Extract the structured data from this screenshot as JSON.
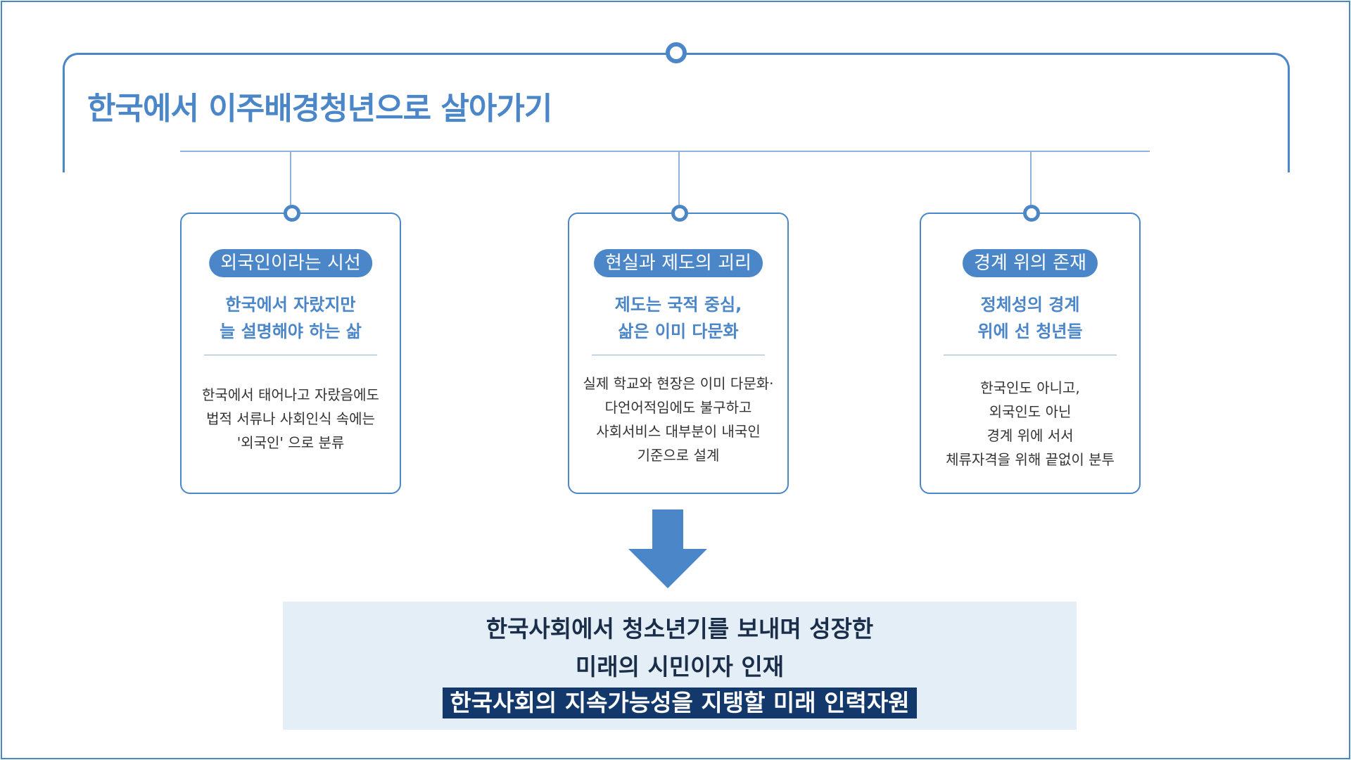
{
  "title": "한국에서 이주배경청년으로 살아가기",
  "cards": [
    {
      "tag": "외국인이라는 시선",
      "subtitle_lines": [
        "한국에서 자랐지만",
        "늘 설명해야 하는 삶"
      ],
      "desc_lines": [
        "한국에서 태어나고 자랐음에도",
        "법적 서류나 사회인식 속에는",
        "'외국인' 으로 분류"
      ]
    },
    {
      "tag": "현실과 제도의 괴리",
      "subtitle_lines": [
        "제도는 국적 중심,",
        "삶은 이미 다문화"
      ],
      "desc_lines": [
        "실제 학교와 현장은 이미 다문화·",
        "다언어적임에도 불구하고",
        "사회서비스 대부분이 내국인",
        "기준으로 설계"
      ]
    },
    {
      "tag": "경계 위의 존재",
      "subtitle_lines": [
        "정체성의 경계",
        "위에 선 청년들"
      ],
      "desc_lines": [
        "한국인도 아니고,",
        "외국인도 아닌",
        "경계 위에 서서",
        "체류자격을 위해 끝없이 분투"
      ]
    }
  ],
  "result": {
    "line1": "한국사회에서 청소년기를 보내며 성장한",
    "line2": "미래의 시민이자 인재",
    "highlight": "한국사회의 지속가능성을 지탱할 미래 인력자원"
  },
  "colors": {
    "accent": "#4a86c8",
    "connector": "#8fb3db",
    "result_bg": "#e4eef7",
    "highlight_bg": "#13386b",
    "dark_text": "#1a2e4a"
  }
}
